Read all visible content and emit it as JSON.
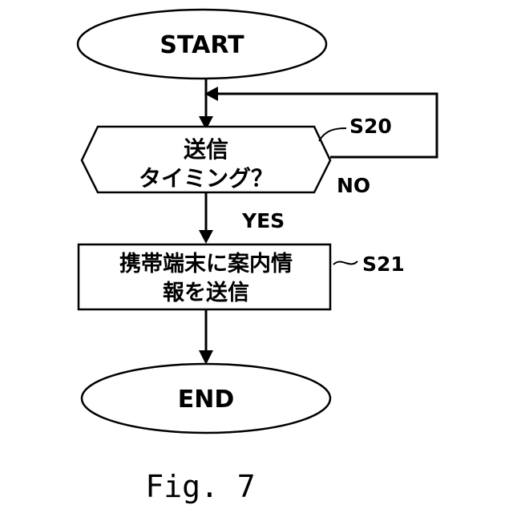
{
  "nodes": {
    "start": {
      "text": "START"
    },
    "decision": {
      "line1": "送信",
      "line2": "タイミング？",
      "step": "S20"
    },
    "process": {
      "line1": "携帯端末に案内情",
      "line2": "報を送信",
      "step": "S21"
    },
    "end": {
      "text": "END"
    }
  },
  "branches": {
    "yes": "YES",
    "no": "NO"
  },
  "figure": {
    "caption": "Fig. 7"
  }
}
